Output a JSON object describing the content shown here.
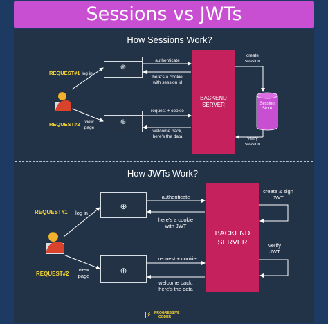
{
  "title": "Sessions vs JWTs",
  "sessions": {
    "heading": "How Sessions Work?",
    "request1": "REQUEST#1",
    "request2": "REQUEST#2",
    "log_in": "log in",
    "view_page": [
      "view",
      "page"
    ],
    "authenticate": "authenticate",
    "cookie_reply": [
      "here's a cookie",
      "with session id"
    ],
    "request_cookie": "request + cookie",
    "welcome_back": [
      "welcome back,",
      "here's the data"
    ],
    "server": [
      "BACKEND",
      "SERVER"
    ],
    "create_session": [
      "create",
      "session"
    ],
    "verify_session": [
      "verify",
      "session"
    ],
    "session_store": [
      "Session",
      "Store"
    ]
  },
  "jwts": {
    "heading": "How JWTs Work?",
    "request1": "REQUEST#1",
    "request2": "REQUEST#2",
    "log_in": "log in",
    "view_page": [
      "view",
      "page"
    ],
    "authenticate": "authenticate",
    "cookie_reply": [
      "here's a cookie",
      "with JWT"
    ],
    "request_cookie": "request + cookie",
    "welcome_back": [
      "welcome back,",
      "here's the data"
    ],
    "server": [
      "BACKEND",
      "SERVER"
    ],
    "create_sign": [
      "create & sign",
      "JWT"
    ],
    "verify_jwt": [
      "verify",
      "JWT"
    ]
  },
  "brand": [
    "PROGRESSIVE",
    "CODER"
  ],
  "colors": {
    "background": "#1d3a63",
    "panel": "#223247",
    "title_bar": "#c84fd2",
    "server": "#c5215c",
    "request_label": "#f5d531",
    "person_head": "#f1b12c",
    "person_body": "#d9432c"
  }
}
